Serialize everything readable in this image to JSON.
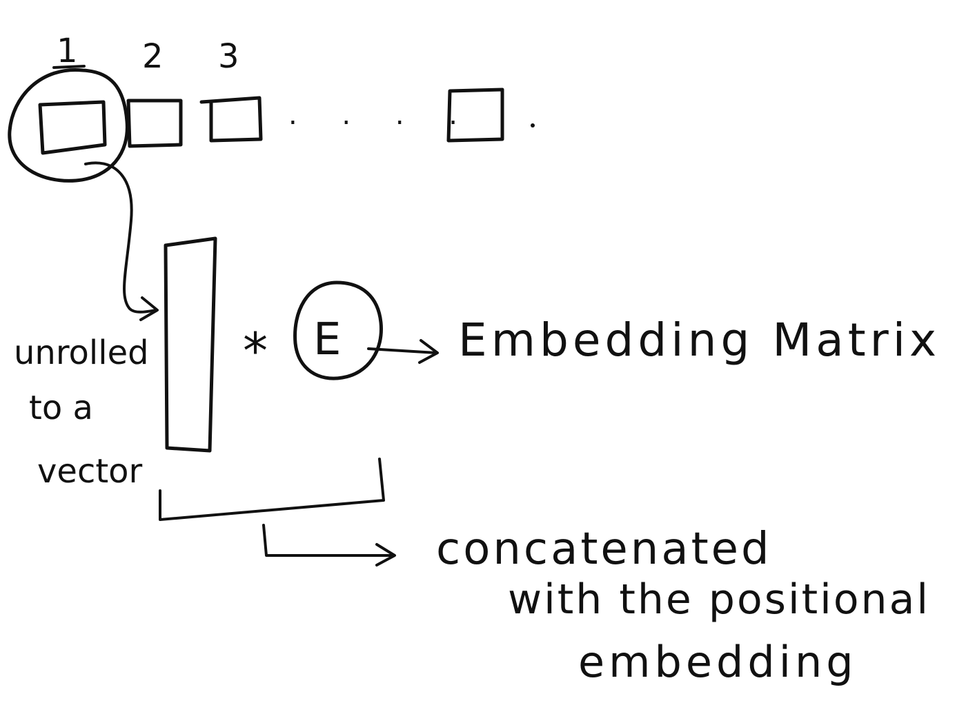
{
  "sequence": {
    "index_labels": [
      "1",
      "2",
      "3"
    ],
    "ellipsis": ". . . ."
  },
  "operator": "*",
  "embedding_symbol": "E",
  "labels": {
    "embedding_matrix": "Embedding Matrix",
    "unrolled_line1": "unrolled",
    "unrolled_line2": "to a",
    "unrolled_line3": "vector",
    "concat_line1": "concatenated",
    "concat_line2": "with the positional",
    "concat_line3": "embedding"
  }
}
